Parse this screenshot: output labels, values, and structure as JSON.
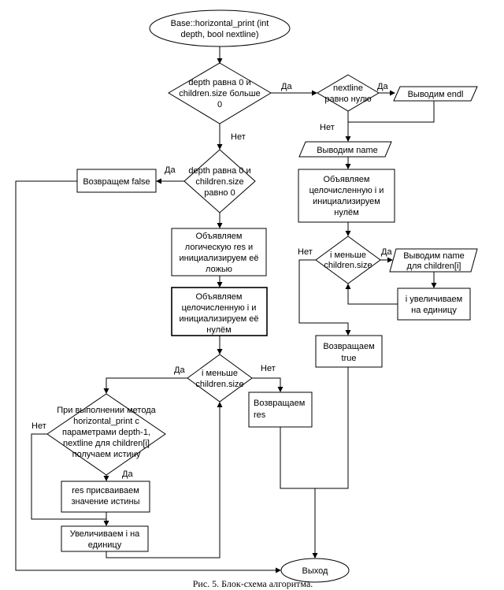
{
  "nodes": {
    "start": {
      "lines": [
        "Base::horizontal_print (int",
        "depth, bool nextline)"
      ]
    },
    "dec1": {
      "lines": [
        "depth равна 0 и",
        "children.size больше",
        "0"
      ]
    },
    "dec_nextline": {
      "lines": [
        "nextline",
        "равно нулю"
      ]
    },
    "out_endl": {
      "lines": [
        "Выводим endl"
      ]
    },
    "out_name": {
      "lines": [
        "Выводим name"
      ]
    },
    "init_i_right": {
      "lines": [
        "Объявляем",
        "целочисленную i и",
        "инициализируем",
        "нулём"
      ]
    },
    "dec_i_right": {
      "lines": [
        "i меньше",
        "children.size"
      ]
    },
    "out_child": {
      "lines": [
        "Выводим name",
        "для children[i]"
      ]
    },
    "inc_i_right": {
      "lines": [
        "i увеличиваем",
        "на единицу"
      ]
    },
    "ret_true": {
      "lines": [
        "Возвращаем",
        "true"
      ]
    },
    "dec2": {
      "lines": [
        "depth равна 0 и",
        "children.size",
        "равно 0"
      ]
    },
    "ret_false": {
      "lines": [
        "Возвращем false"
      ]
    },
    "decl_res": {
      "lines": [
        "Объявляем",
        "логическую res и",
        "инициализируем её",
        "ложью"
      ]
    },
    "init_i_left": {
      "lines": [
        "Объявляем",
        "целочисленную i и",
        "инициализируем её",
        "нулём"
      ]
    },
    "dec_i_left": {
      "lines": [
        "i меньше",
        "children.size"
      ]
    },
    "dec_call": {
      "lines": [
        "При выполнении метода",
        "horizontal_print с",
        "параметрами depth-1,",
        "nextline для children[i]",
        "получаем истину"
      ]
    },
    "ret_res": {
      "lines": [
        "Возвращаем",
        "res"
      ]
    },
    "set_res": {
      "lines": [
        "res присваиваем",
        "значение истины"
      ]
    },
    "inc_i_left": {
      "lines": [
        "Увеличиваем i на",
        "единицу"
      ]
    },
    "exit": {
      "lines": [
        "Выход"
      ]
    }
  },
  "labels": {
    "yes": "Да",
    "no": "Нет"
  },
  "caption": "Рис. 5. Блок-схема алгоритма."
}
